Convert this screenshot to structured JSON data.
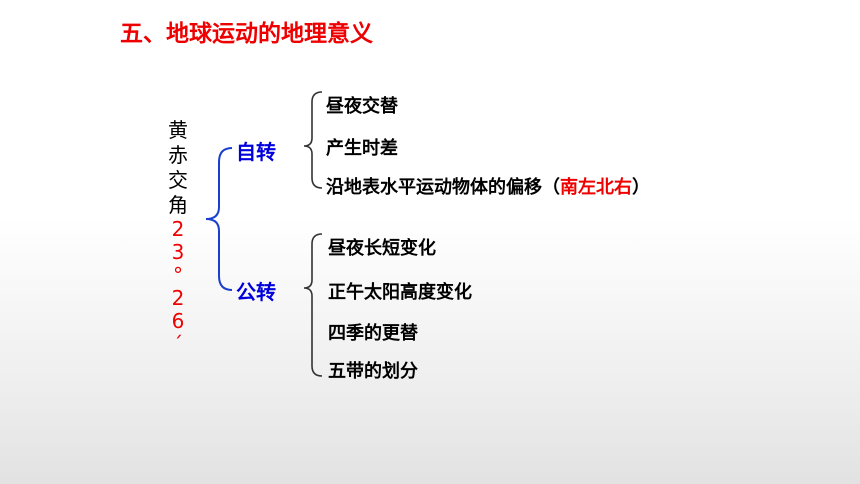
{
  "title": "五、地球运动的地理意义",
  "obliquity": {
    "label_chars": [
      "黄",
      "赤",
      "交",
      "角"
    ],
    "value_chars": [
      "2",
      "3",
      "°",
      "2",
      "6",
      "´"
    ]
  },
  "rotation": {
    "label": "自转",
    "items": [
      {
        "text": "昼夜交替"
      },
      {
        "text": "产生时差"
      },
      {
        "text": "沿地表水平运动物体的偏移（",
        "highlight": "南左北右",
        "suffix": "）"
      }
    ]
  },
  "revolution": {
    "label": "公转",
    "items": [
      {
        "text": "昼夜长短变化"
      },
      {
        "text": "正午太阳高度变化"
      },
      {
        "text": "四季的更替"
      },
      {
        "text": "五带的划分"
      }
    ]
  },
  "colors": {
    "title": "#ee0000",
    "branch": "#0000dd",
    "highlight": "#ee0000",
    "brace_blue": "#1a3fcc",
    "brace_gray": "#333333"
  }
}
